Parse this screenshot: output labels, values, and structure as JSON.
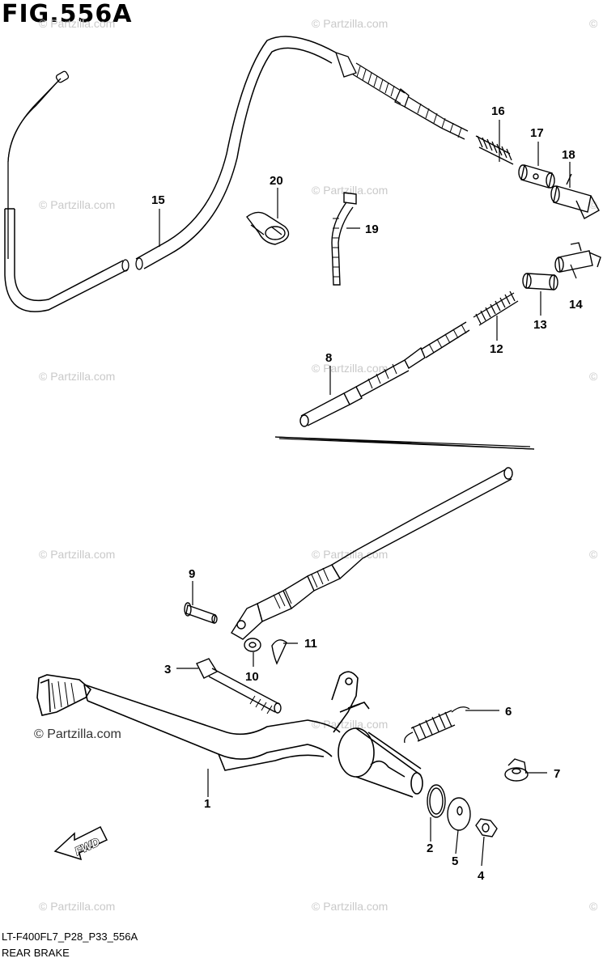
{
  "figure": {
    "title": "FIG.556A",
    "code": "LT-F400FL7_P28_P33_556A",
    "caption": "REAR BRAKE"
  },
  "watermark": {
    "text": "© Partzilla.com",
    "color": "#c9c9c9"
  },
  "direction_marker": "FWD",
  "callouts": [
    "1",
    "2",
    "3",
    "4",
    "5",
    "6",
    "7",
    "8",
    "9",
    "10",
    "11",
    "12",
    "13",
    "14",
    "15",
    "16",
    "17",
    "18",
    "19",
    "20"
  ]
}
